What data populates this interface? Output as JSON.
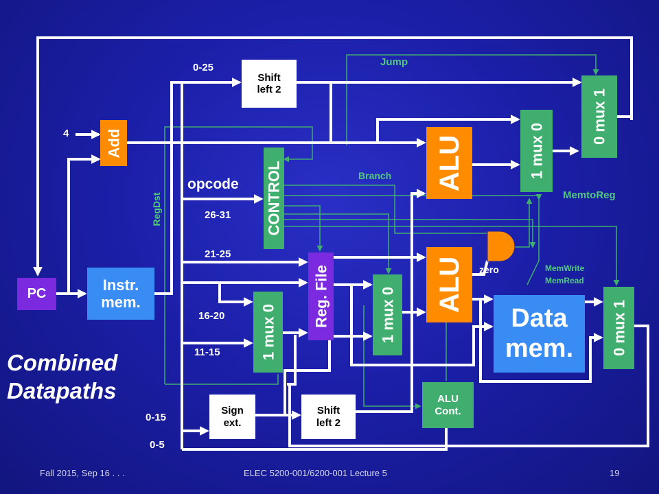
{
  "slide": {
    "title_line1": "Combined",
    "title_line2": "Datapaths"
  },
  "components": {
    "pc": "PC",
    "instr_mem_line1": "Instr.",
    "instr_mem_line2": "mem.",
    "add": "Add",
    "shift_top_line1": "Shift",
    "shift_top_line2": "left 2",
    "control": "CONTROL",
    "reg_file": "Reg. File",
    "mux_regdst": "1 mux 0",
    "mux_alusrc": "1 mux 0",
    "alu_main": "ALU",
    "alu_branch": "ALU",
    "mux_branch": "1 mux 0",
    "mux_jump": "0 mux 1",
    "data_mem_line1": "Data",
    "data_mem_line2": "mem.",
    "mux_memtoreg": "0 mux 1",
    "sign_ext_line1": "Sign",
    "sign_ext_line2": "ext.",
    "shift_bottom_line1": "Shift",
    "shift_bottom_line2": "left 2",
    "alu_cont_line1": "ALU",
    "alu_cont_line2": "Cont."
  },
  "labels": {
    "four": "4",
    "bits_0_25": "0-25",
    "jump": "Jump",
    "branch": "Branch",
    "opcode": "opcode",
    "bits_26_31": "26-31",
    "bits_21_25": "21-25",
    "bits_16_20": "16-20",
    "bits_11_15": "11-15",
    "bits_0_15": "0-15",
    "bits_0_5": "0-5",
    "regdst": "RegDst",
    "zero": "zero",
    "memtoreg": "MemtoReg",
    "memwrite": "MemWrite",
    "memread": "MemRead"
  },
  "footer": {
    "left": "Fall 2015, Sep 16 . . .",
    "center": "ELEC 5200-001/6200-001 Lecture 5",
    "page": "19"
  },
  "colors": {
    "background": "#1b1fa8",
    "datapath_wire": "#ffffff",
    "control_wire": "#3fae6e",
    "control_label": "#52c97f",
    "alu": "#ff8c00",
    "control_unit": "#3fae6e",
    "reg_file": "#7b2ae0",
    "memory": "#2c7cf0"
  }
}
